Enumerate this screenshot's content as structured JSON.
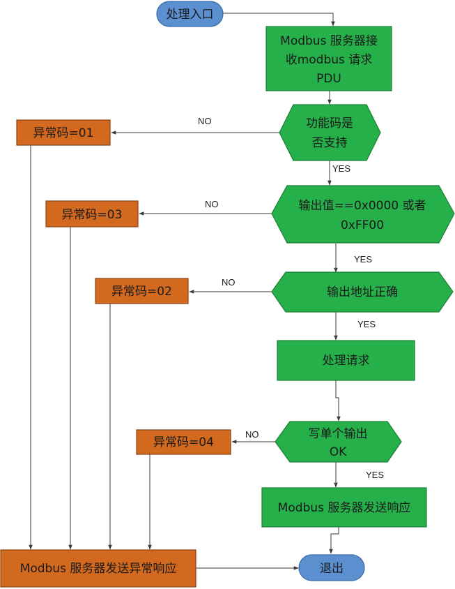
{
  "nodes": {
    "start": "处理入口",
    "receive": [
      "Modbus 服务器接",
      "收modbus 请求",
      "PDU"
    ],
    "check_func": [
      "功能码是",
      "否支持"
    ],
    "check_value": [
      "输出值==0x0000 或者",
      "0xFF00"
    ],
    "check_addr": "输出地址正确",
    "process": "处理请求",
    "write_ok": [
      "写单个输出",
      "OK"
    ],
    "send_resp": "Modbus 服务器发送响应",
    "err01": "异常码=01",
    "err03": "异常码=03",
    "err02": "异常码=02",
    "err04": "异常码=04",
    "send_err": "Modbus 服务器发送异常响应",
    "exit": "退出"
  },
  "edge_labels": {
    "no1": "NO",
    "no2": "NO",
    "no3": "NO",
    "no4": "NO",
    "yes1": "YES",
    "yes2": "YES",
    "yes3": "YES",
    "yes4": "YES"
  },
  "colors": {
    "terminal": "#5b8fd0",
    "process": "#25b04a",
    "error": "#d2691e"
  }
}
